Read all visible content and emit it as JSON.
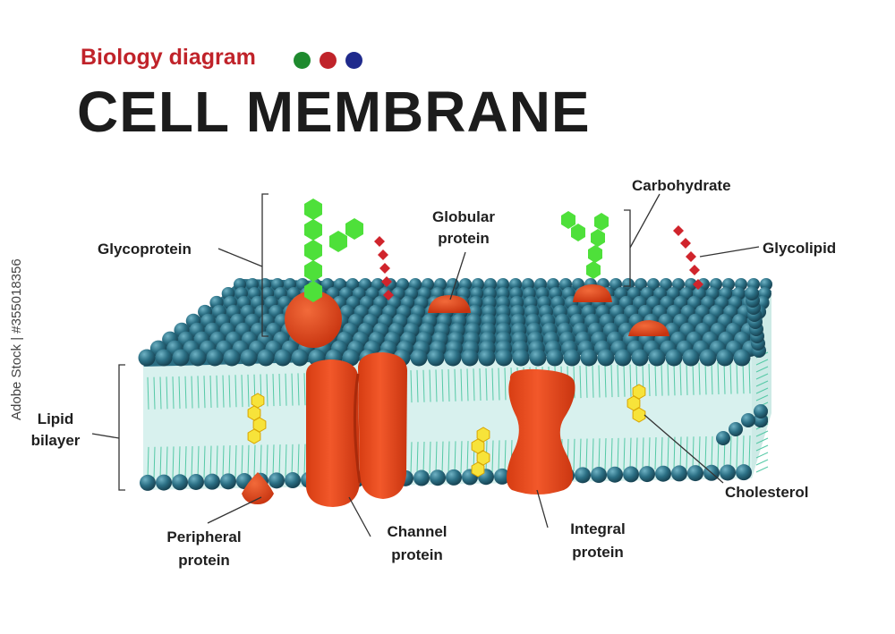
{
  "header": {
    "subtitle": "Biology diagram",
    "title": "CELL MEMBRANE",
    "dot_colors": [
      "#1e8a2e",
      "#c0232a",
      "#1f2a8c"
    ]
  },
  "labels": {
    "glycoprotein": "Glycoprotein",
    "globular_1": "Globular",
    "globular_2": "protein",
    "carbohydrate": "Carbohydrate",
    "glycolipid": "Glycolipid",
    "lipid_1": "Lipid",
    "lipid_2": "bilayer",
    "cholesterol": "Cholesterol",
    "peripheral_1": "Peripheral",
    "peripheral_2": "protein",
    "channel_1": "Channel",
    "channel_2": "protein",
    "integral_1": "Integral",
    "integral_2": "protein"
  },
  "watermark": "Adobe Stock | #355018356",
  "colors": {
    "phospholipid_head": "#2b6f84",
    "bilayer_fill": "#d8f1ee",
    "tail": "#55c9a6",
    "protein": "#ec4b1c",
    "protein_dark": "#c93510",
    "carbohydrate": "#4ee03a",
    "glycolipid": "#d0242c",
    "cholesterol": "#f7e33a",
    "leader_line": "#333333"
  }
}
